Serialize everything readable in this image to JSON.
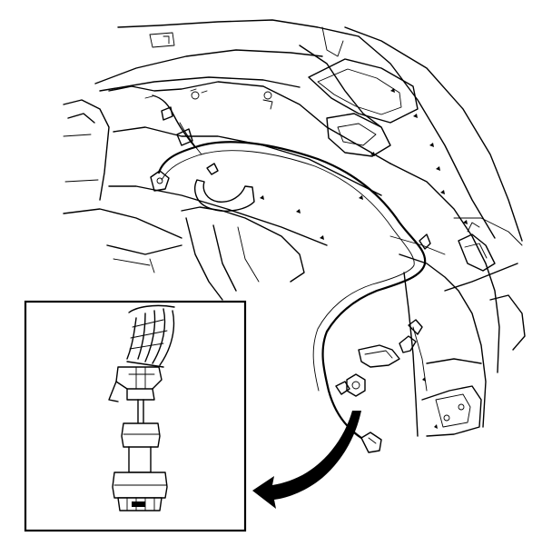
{
  "diagram": {
    "colors": {
      "line": "#000000",
      "background": "#ffffff"
    },
    "parts": [
      "vehicle-body-structure",
      "refrigerant-line",
      "pressure-switch",
      "wire-harness-connector",
      "callout-arrow",
      "detail-inset"
    ]
  }
}
